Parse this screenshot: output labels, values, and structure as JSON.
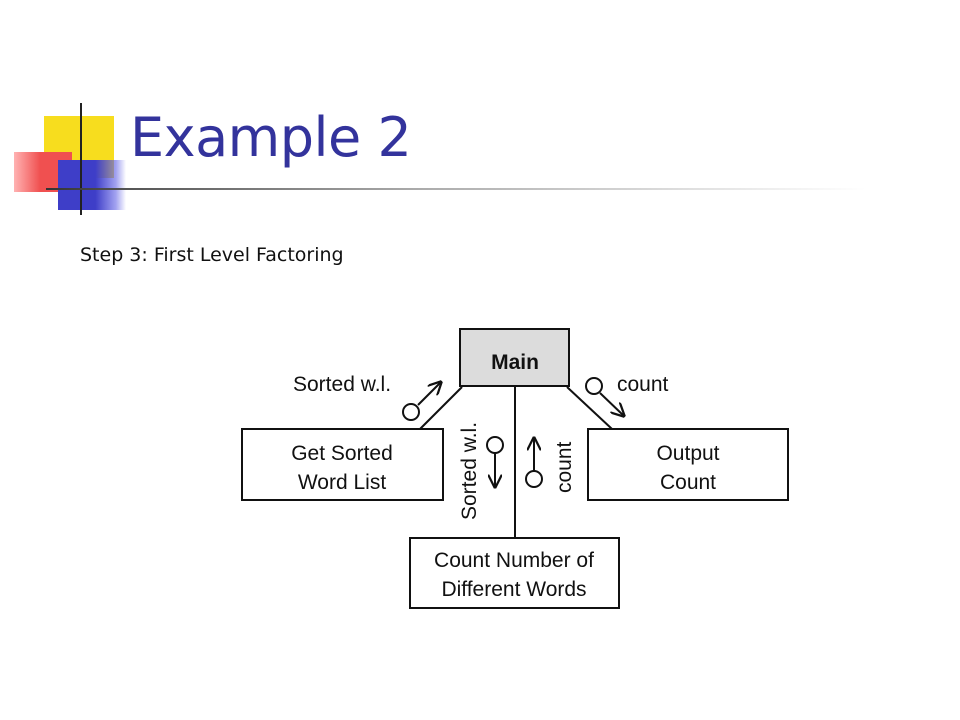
{
  "slide": {
    "title": "Example 2",
    "subtitle": "Step 3: First Level Factoring"
  },
  "diagram": {
    "nodes": {
      "main": {
        "label": "Main"
      },
      "get_sorted": {
        "line1": "Get Sorted",
        "line2": "Word List"
      },
      "output": {
        "line1": "Output",
        "line2": "Count"
      },
      "count_diff": {
        "line1": "Count Number of",
        "line2": "Different Words"
      }
    },
    "flows": {
      "left_top": "Sorted w.l.",
      "right_top": "count",
      "center_left": "Sorted w.l.",
      "center_right": "count"
    }
  },
  "colors": {
    "title": "#33339c",
    "main_box_fill": "#dcdcdc",
    "box_stroke": "#111111",
    "logo_yellow": "#f7dd1e",
    "logo_red": "#f05050",
    "logo_blue": "#3e3ec8"
  }
}
